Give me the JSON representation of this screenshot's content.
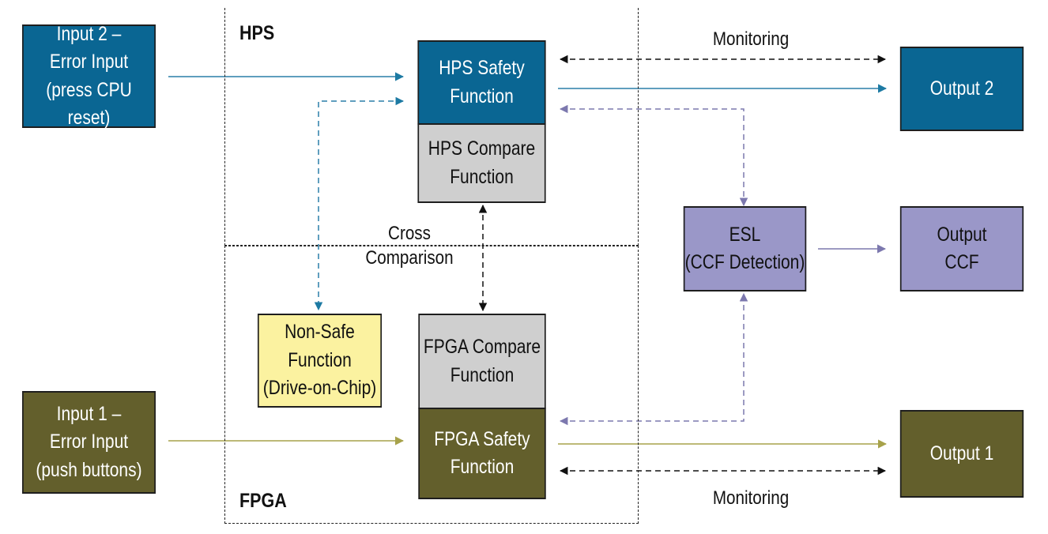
{
  "regions": {
    "hps": "HPS",
    "fpga": "FPGA"
  },
  "boxes": {
    "input2": "Input 2 –\nError Input\n(press CPU reset)",
    "input1": "Input 1 –\nError Input\n(push buttons)",
    "hps_safety": "HPS Safety\nFunction",
    "hps_compare": "HPS Compare\nFunction",
    "fpga_compare": "FPGA Compare\nFunction",
    "fpga_safety": "FPGA Safety\nFunction",
    "non_safe": "Non-Safe\nFunction\n(Drive-on-Chip)",
    "esl": "ESL\n(CCF Detection)",
    "output2": "Output 2",
    "output_ccf": "Output\nCCF",
    "output1": "Output 1"
  },
  "labels": {
    "monitoring_top": "Monitoring",
    "monitoring_bottom": "Monitoring",
    "cross_comparison": "Cross\nComparison"
  },
  "colors": {
    "hps_blue": "#0a6693",
    "fpga_olive": "#635f2c",
    "compare_grey": "#cfcfcf",
    "esl_purple": "#9a97c8",
    "nonsafe_yellow": "#fbf2a0",
    "blue_line": "#2a7ea8",
    "olive_line": "#a7a24a",
    "purple_line": "#7c78ae"
  }
}
